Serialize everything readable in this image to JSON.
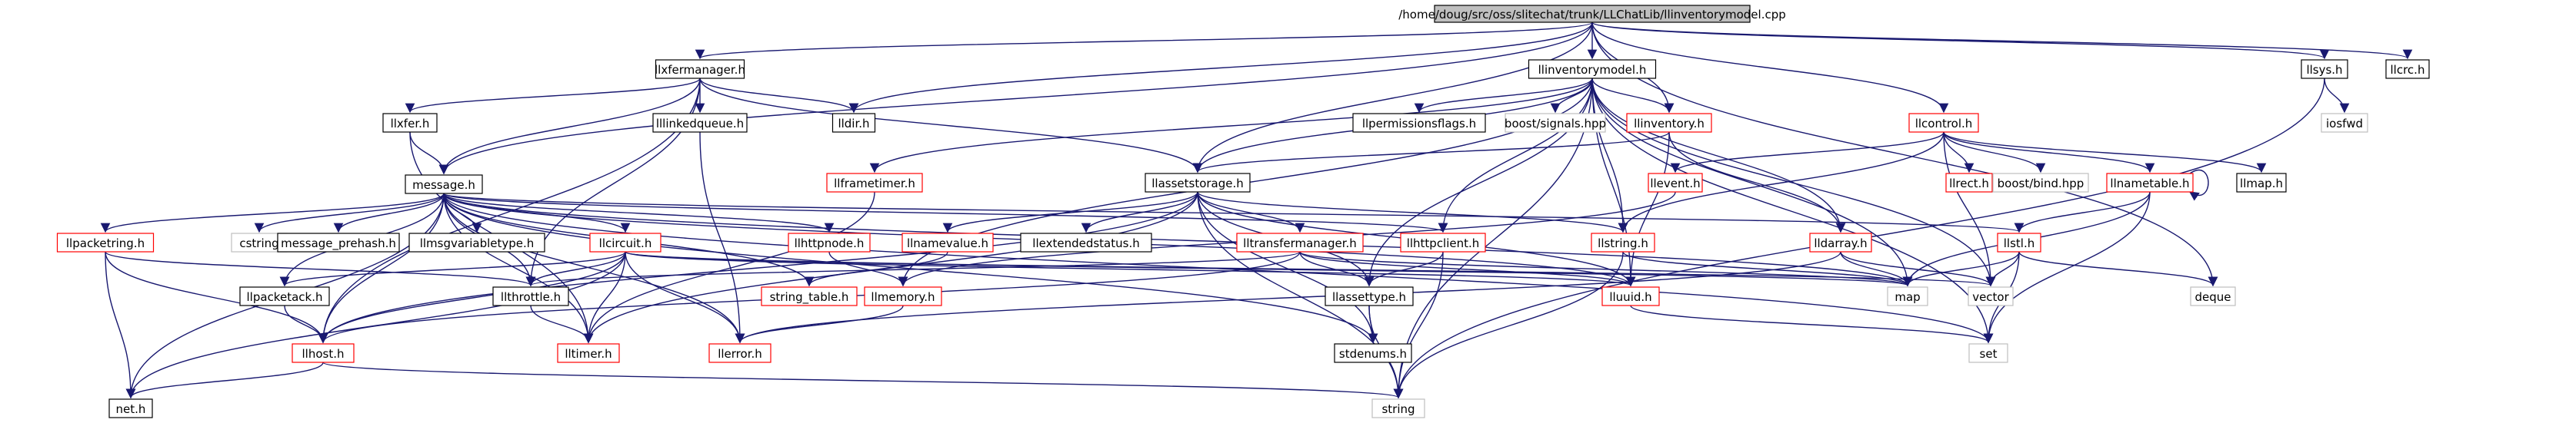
{
  "colors": {
    "edge": "#191970",
    "edge_red": "#b00000",
    "node_fill": "#ffffff",
    "node_border_black": "#000000",
    "node_border_red": "#ff0000",
    "node_border_gray": "#bfbfbf",
    "root_fill": "#bfbfbf",
    "text": "#000000"
  },
  "diagram": {
    "type": "include-dependency-graph",
    "root": "root",
    "nodes": [
      {
        "id": "root",
        "label": "/home/doug/src/oss/slitechat/trunk/LLChatLib/llinventorymodel.cpp",
        "style": "root"
      },
      {
        "id": "llxfermanager",
        "label": "llxfermanager.h",
        "style": "black"
      },
      {
        "id": "llinventorymodel",
        "label": "llinventorymodel.h",
        "style": "black"
      },
      {
        "id": "llsys",
        "label": "llsys.h",
        "style": "black"
      },
      {
        "id": "llcrc",
        "label": "llcrc.h",
        "style": "black"
      },
      {
        "id": "llxfer",
        "label": "llxfer.h",
        "style": "black"
      },
      {
        "id": "lllinkedqueue",
        "label": "lllinkedqueue.h",
        "style": "black"
      },
      {
        "id": "lldir",
        "label": "lldir.h",
        "style": "black"
      },
      {
        "id": "llpermissionsflags",
        "label": "llpermissionsflags.h",
        "style": "black"
      },
      {
        "id": "boostsignals",
        "label": "boost/signals.hpp",
        "style": "gray"
      },
      {
        "id": "llinventory",
        "label": "llinventory.h",
        "style": "red"
      },
      {
        "id": "llcontrol",
        "label": "llcontrol.h",
        "style": "red"
      },
      {
        "id": "iosfwd",
        "label": "iosfwd",
        "style": "gray"
      },
      {
        "id": "message",
        "label": "message.h",
        "style": "black"
      },
      {
        "id": "llframetimer",
        "label": "llframetimer.h",
        "style": "red"
      },
      {
        "id": "llassetstorage",
        "label": "llassetstorage.h",
        "style": "black"
      },
      {
        "id": "llevent",
        "label": "llevent.h",
        "style": "red"
      },
      {
        "id": "llrect",
        "label": "llrect.h",
        "style": "red"
      },
      {
        "id": "boostbind",
        "label": "boost/bind.hpp",
        "style": "gray"
      },
      {
        "id": "llnametable",
        "label": "llnametable.h",
        "style": "red"
      },
      {
        "id": "llmap",
        "label": "llmap.h",
        "style": "black"
      },
      {
        "id": "llpacketring",
        "label": "llpacketring.h",
        "style": "red"
      },
      {
        "id": "cstring",
        "label": "cstring",
        "style": "gray"
      },
      {
        "id": "message_prehash",
        "label": "message_prehash.h",
        "style": "black"
      },
      {
        "id": "llmsgvariabletype",
        "label": "llmsgvariabletype.h",
        "style": "black"
      },
      {
        "id": "llcircuit",
        "label": "llcircuit.h",
        "style": "red"
      },
      {
        "id": "llhttpnode",
        "label": "llhttpnode.h",
        "style": "red"
      },
      {
        "id": "llnamevalue",
        "label": "llnamevalue.h",
        "style": "red"
      },
      {
        "id": "llextendedstatus",
        "label": "llextendedstatus.h",
        "style": "black"
      },
      {
        "id": "lltransfermanager",
        "label": "lltransfermanager.h",
        "style": "red"
      },
      {
        "id": "llhttpclient",
        "label": "llhttpclient.h",
        "style": "red"
      },
      {
        "id": "llstring",
        "label": "llstring.h",
        "style": "red"
      },
      {
        "id": "lldarray",
        "label": "lldarray.h",
        "style": "red"
      },
      {
        "id": "llstl",
        "label": "llstl.h",
        "style": "red"
      },
      {
        "id": "llpacketack",
        "label": "llpacketack.h",
        "style": "black"
      },
      {
        "id": "llthrottle",
        "label": "llthrottle.h",
        "style": "black"
      },
      {
        "id": "string_table",
        "label": "string_table.h",
        "style": "red"
      },
      {
        "id": "llmemory",
        "label": "llmemory.h",
        "style": "red"
      },
      {
        "id": "llassettype",
        "label": "llassettype.h",
        "style": "black"
      },
      {
        "id": "lluuid",
        "label": "lluuid.h",
        "style": "red"
      },
      {
        "id": "map",
        "label": "map",
        "style": "gray"
      },
      {
        "id": "vector",
        "label": "vector",
        "style": "gray"
      },
      {
        "id": "deque",
        "label": "deque",
        "style": "gray"
      },
      {
        "id": "llhost",
        "label": "llhost.h",
        "style": "red"
      },
      {
        "id": "lltimer",
        "label": "lltimer.h",
        "style": "red"
      },
      {
        "id": "llerror",
        "label": "llerror.h",
        "style": "red"
      },
      {
        "id": "stdenums",
        "label": "stdenums.h",
        "style": "black"
      },
      {
        "id": "set",
        "label": "set",
        "style": "gray"
      },
      {
        "id": "net",
        "label": "net.h",
        "style": "black"
      },
      {
        "id": "string",
        "label": "string",
        "style": "gray"
      }
    ],
    "edges": [
      [
        "root",
        "llxfermanager"
      ],
      [
        "root",
        "llinventorymodel"
      ],
      [
        "root",
        "llsys"
      ],
      [
        "root",
        "llcrc"
      ],
      [
        "root",
        "lldir"
      ],
      [
        "root",
        "message"
      ],
      [
        "root",
        "llassetstorage"
      ],
      [
        "root",
        "llinventory"
      ],
      [
        "root",
        "llcontrol"
      ],
      [
        "root",
        "deque"
      ],
      [
        "llxfermanager",
        "llxfer"
      ],
      [
        "llxfermanager",
        "lllinkedqueue"
      ],
      [
        "llxfermanager",
        "lldir"
      ],
      [
        "llxfermanager",
        "message"
      ],
      [
        "llxfermanager",
        "llassetstorage"
      ],
      [
        "llxfermanager",
        "llthrottle"
      ],
      [
        "llxfermanager",
        "llhost"
      ],
      [
        "llxfer",
        "message"
      ],
      [
        "llxfer",
        "lltimer"
      ],
      [
        "lllinkedqueue",
        "llerror"
      ],
      [
        "llinventorymodel",
        "llpermissionsflags"
      ],
      [
        "llinventorymodel",
        "boostsignals"
      ],
      [
        "llinventorymodel",
        "llinventory"
      ],
      [
        "llinventorymodel",
        "llframetimer"
      ],
      [
        "llinventorymodel",
        "llassetstorage"
      ],
      [
        "llinventorymodel",
        "llhttpclient"
      ],
      [
        "llinventorymodel",
        "llstring"
      ],
      [
        "llinventorymodel",
        "lldarray"
      ],
      [
        "llinventorymodel",
        "map"
      ],
      [
        "llinventorymodel",
        "vector"
      ],
      [
        "llinventorymodel",
        "set"
      ],
      [
        "llinventorymodel",
        "string"
      ],
      [
        "llinventorymodel",
        "lluuid"
      ],
      [
        "llinventorymodel",
        "llassettype"
      ],
      [
        "llinventorymodel",
        "llmemory"
      ],
      [
        "llsys",
        "iosfwd"
      ],
      [
        "llsys",
        "string"
      ],
      [
        "llinventory",
        "llassetstorage"
      ],
      [
        "llinventory",
        "lldarray"
      ],
      [
        "llinventory",
        "lluuid"
      ],
      [
        "llcontrol",
        "llevent"
      ],
      [
        "llcontrol",
        "llrect"
      ],
      [
        "llcontrol",
        "boostbind"
      ],
      [
        "llcontrol",
        "llnametable"
      ],
      [
        "llcontrol",
        "llmap"
      ],
      [
        "llcontrol",
        "llstring"
      ],
      [
        "llcontrol",
        "vector"
      ],
      [
        "llnametable",
        "llnametable"
      ],
      [
        "llnametable",
        "llstl"
      ],
      [
        "llnametable",
        "map"
      ],
      [
        "llnametable",
        "set"
      ],
      [
        "message",
        "llpacketring"
      ],
      [
        "message",
        "cstring"
      ],
      [
        "message",
        "message_prehash"
      ],
      [
        "message",
        "llmsgvariabletype"
      ],
      [
        "message",
        "llcircuit"
      ],
      [
        "message",
        "llhttpnode"
      ],
      [
        "message",
        "string_table"
      ],
      [
        "message",
        "llpacketack"
      ],
      [
        "message",
        "llthrottle"
      ],
      [
        "message",
        "llhost"
      ],
      [
        "message",
        "lltimer"
      ],
      [
        "message",
        "llerror"
      ],
      [
        "message",
        "net"
      ],
      [
        "message",
        "llhttpclient"
      ],
      [
        "message",
        "llstl"
      ],
      [
        "message",
        "lluuid"
      ],
      [
        "message",
        "stdenums"
      ],
      [
        "message",
        "map"
      ],
      [
        "message",
        "set"
      ],
      [
        "llframetimer",
        "lltimer"
      ],
      [
        "llassetstorage",
        "llnamevalue"
      ],
      [
        "llassetstorage",
        "llextendedstatus"
      ],
      [
        "llassetstorage",
        "lltransfermanager"
      ],
      [
        "llassetstorage",
        "llassettype"
      ],
      [
        "llassetstorage",
        "string"
      ],
      [
        "llassetstorage",
        "llhost"
      ],
      [
        "llassetstorage",
        "lltimer"
      ],
      [
        "llassetstorage",
        "lluuid"
      ],
      [
        "llassetstorage",
        "stdenums"
      ],
      [
        "llassetstorage",
        "llstring"
      ],
      [
        "llevent",
        "llmemory"
      ],
      [
        "llpacketring",
        "llhost"
      ],
      [
        "llpacketring",
        "llthrottle"
      ],
      [
        "llpacketring",
        "net"
      ],
      [
        "llcircuit",
        "llpacketack"
      ],
      [
        "llcircuit",
        "llthrottle"
      ],
      [
        "llcircuit",
        "llhost"
      ],
      [
        "llcircuit",
        "lltimer"
      ],
      [
        "llcircuit",
        "llerror"
      ],
      [
        "llcircuit",
        "net"
      ],
      [
        "llcircuit",
        "map"
      ],
      [
        "llcircuit",
        "vector"
      ],
      [
        "llcircuit",
        "lluuid"
      ],
      [
        "llhttpnode",
        "llmemory"
      ],
      [
        "llnamevalue",
        "string_table"
      ],
      [
        "lltransfermanager",
        "llassettype"
      ],
      [
        "lltransfermanager",
        "llthrottle"
      ],
      [
        "lltransfermanager",
        "map"
      ],
      [
        "lltransfermanager",
        "lluuid"
      ],
      [
        "lltransfermanager",
        "llhost"
      ],
      [
        "llhttpclient",
        "llassettype"
      ],
      [
        "llhttpclient",
        "string"
      ],
      [
        "llstring",
        "map"
      ],
      [
        "llstring",
        "string"
      ],
      [
        "lldarray",
        "map"
      ],
      [
        "lldarray",
        "vector"
      ],
      [
        "lldarray",
        "llerror"
      ],
      [
        "llstl",
        "map"
      ],
      [
        "llstl",
        "vector"
      ],
      [
        "llstl",
        "set"
      ],
      [
        "llstl",
        "deque"
      ],
      [
        "llpacketack",
        "llhost"
      ],
      [
        "llthrottle",
        "lltimer"
      ],
      [
        "llmemory",
        "llerror"
      ],
      [
        "llassettype",
        "stdenums"
      ],
      [
        "llassettype",
        "string"
      ],
      [
        "lluuid",
        "set"
      ],
      [
        "llhost",
        "net"
      ],
      [
        "llhost",
        "string"
      ]
    ]
  }
}
